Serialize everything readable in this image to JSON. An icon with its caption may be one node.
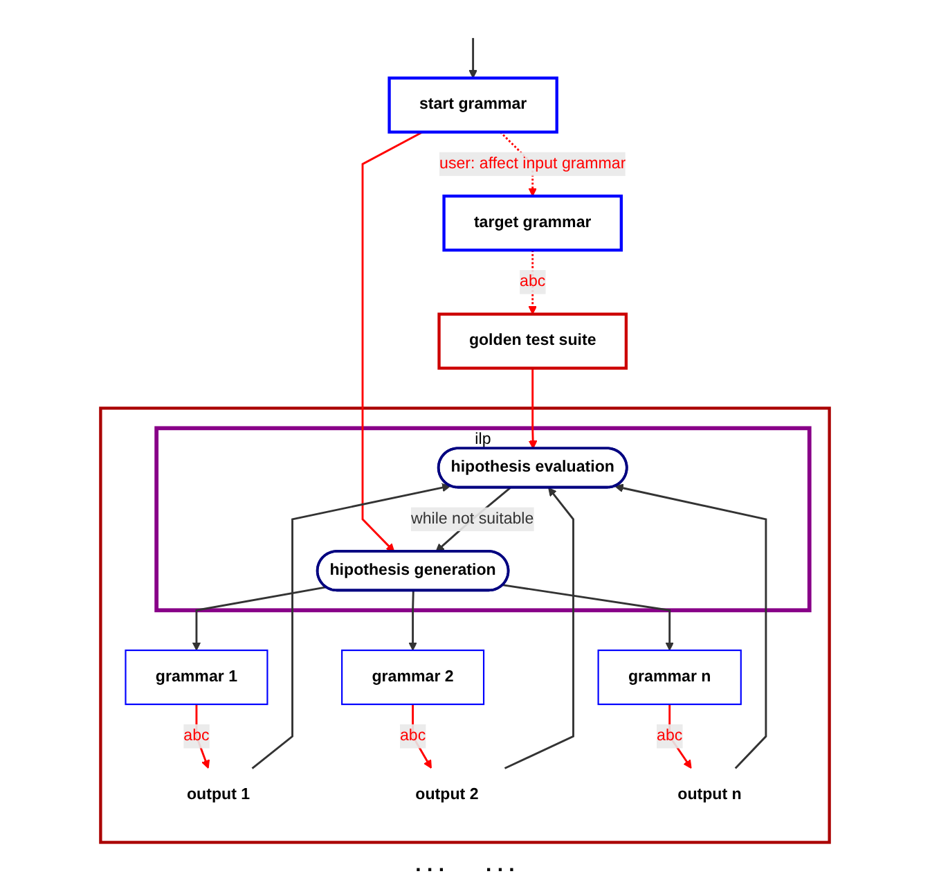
{
  "diagram": {
    "nodes": [
      {
        "text": [
          "target grammar"
        ]
      },
      {
        "text": [
          "golden test suite"
        ]
      },
      {
        "text": [
          "start grammar"
        ]
      },
      {
        "text": [],
        "shape": "box"
      },
      {
        "text": [
          "ilp"
        ],
        "in": 3
      },
      {
        "text": [
          "hipothesis generation"
        ],
        "in": 4
      },
      {
        "text": [
          "hipothesis evaluation"
        ],
        "in": 4
      },
      {
        "text": [
          "grammar 1"
        ],
        "in": 3
      },
      {
        "text": [
          "grammar 2"
        ],
        "in": 3
      },
      {
        "text": [
          "grammar n"
        ],
        "in": 3
      },
      {
        "text": [
          "output 1"
        ],
        "in": 3
      },
      {
        "text": [
          "output 2"
        ],
        "in": 3
      },
      {
        "text": [
          "output n"
        ],
        "in": 3
      }
    ],
    "edges": [
      {
        "from": null,
        "to": 2,
        "arrow": "to"
      },
      {
        "from": 2,
        "to": 0,
        "arrow": "to",
        "label": "user: affect input grammar",
        "style": "dashed",
        "color": "#ff0000"
      },
      {
        "from": 0,
        "to": 1,
        "arrow": "to",
        "label": "abc",
        "style": "dashed",
        "color": "#ff0000"
      },
      {
        "from": 2,
        "to": 5,
        "arrow": "to",
        "color": "#ff0000"
      },
      {
        "from": 1,
        "to": 6,
        "arrow": "to",
        "color": "#ff0000"
      },
      {
        "from": 6,
        "to": 5,
        "arrow": "to",
        "label": "while not suitable"
      },
      {
        "from": 5,
        "to": 7,
        "arrow": "to"
      },
      {
        "from": 5,
        "to": 8,
        "arrow": "to"
      },
      {
        "from": 5,
        "to": 9,
        "arrow": "to"
      },
      {
        "from": 7,
        "to": 10,
        "arrow": "to",
        "label": "abc",
        "color": "#ff0000"
      },
      {
        "from": 8,
        "to": 11,
        "arrow": "to",
        "label": "abc",
        "color": "#ff0000"
      },
      {
        "from": 9,
        "to": 12,
        "arrow": "to",
        "label": "abc",
        "color": "#ff0000"
      },
      {
        "from": 10,
        "to": 6,
        "arrow": "to"
      },
      {
        "from": 11,
        "to": 6,
        "arrow": "to"
      },
      {
        "from": 12,
        "to": 6,
        "arrow": "to"
      }
    ],
    "labels": [
      ". . .",
      ". . ."
    ]
  }
}
